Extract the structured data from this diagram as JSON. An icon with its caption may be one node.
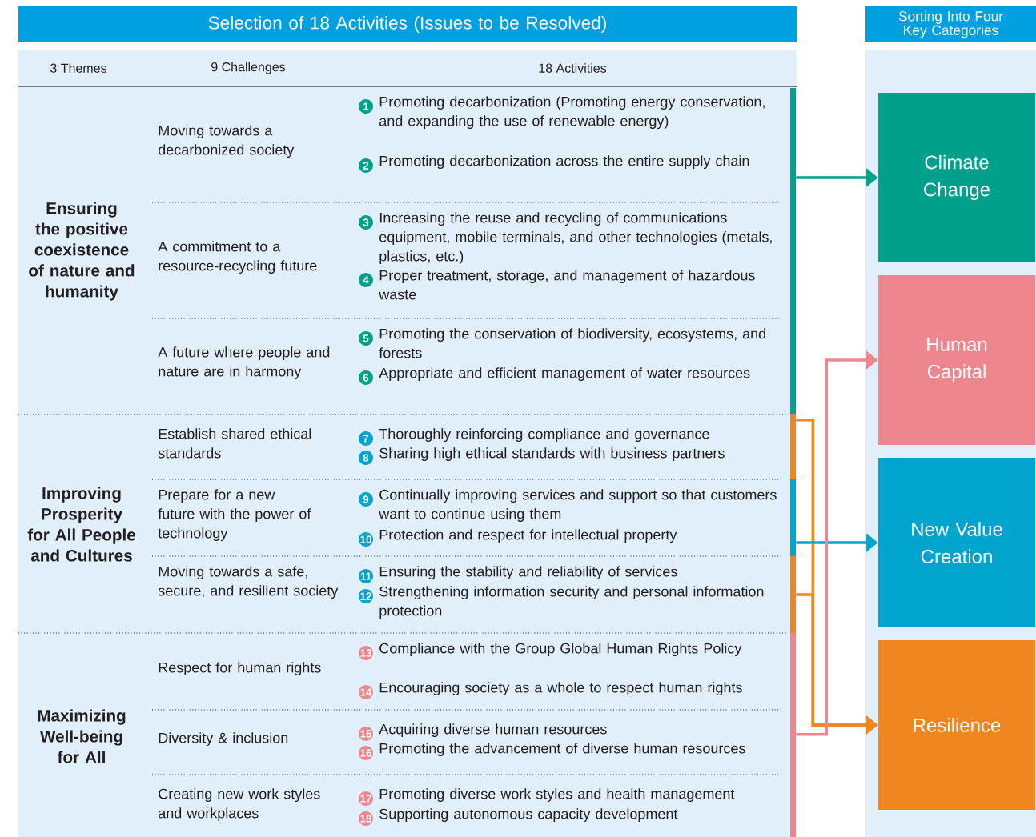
{
  "diagram": {
    "nodes": [
      {
        "text": [
          "Selection of 18 Activities (Issues to be Resolved)"
        ]
      },
      {
        "text": [],
        "shape": "bar"
      },
      {
        "text": [],
        "shape": "bar"
      },
      {
        "text": [],
        "shape": "bar"
      },
      {
        "text": [],
        "shape": "bar"
      },
      {
        "text": [],
        "shape": "bar"
      },
      {
        "text": [
          "Sorting Into Four Key Categories"
        ]
      },
      {
        "text": [
          "Climate Change"
        ]
      },
      {
        "text": [
          "Human Capital"
        ]
      },
      {
        "text": [
          "New Value Creation"
        ]
      },
      {
        "text": [
          "Resilience"
        ]
      }
    ],
    "edges": [
      {
        "from": 1,
        "to": 7,
        "arrow": "to",
        "color": "#00a08a"
      },
      {
        "from": 2,
        "to": 10,
        "arrow": "to",
        "color": "#f0861f"
      },
      {
        "from": 3,
        "to": 9,
        "arrow": "to",
        "color": "#00a4cc"
      },
      {
        "from": 4,
        "to": 10,
        "arrow": "to",
        "color": "#f0861f"
      },
      {
        "from": 5,
        "to": 8,
        "arrow": "to",
        "color": "#ee868d"
      }
    ],
    "labels": [
      "3 Themes",
      "9 Challenges",
      "18 Activities",
      "Ensuring the positive coexistence of nature and humanity",
      "Moving towards a decarbonized society",
      "1",
      "Promoting decarbonization (Promoting energy conservation, and expanding the use of renewable energy)",
      "2",
      "Promoting decarbonization across the entire supply chain",
      "A commitment to a resource-recycling future",
      "3",
      "Increasing the reuse and recycling of communications equipment, mobile terminals, and other technologies (metals, plastics, etc.)",
      "4",
      "Proper treatment, storage, and management of hazardous waste",
      "A future where people and nature are in harmony",
      "5",
      "Promoting the conservation of biodiversity, ecosystems, and forests",
      "6",
      "Appropriate and efficient management of water resources",
      "Improving Prosperity for All People and Cultures",
      "Establish shared ethical standards",
      "7",
      "Thoroughly reinforcing compliance and governance",
      "8",
      "Sharing high ethical standards with business partners",
      "Prepare for a new future with the power of technology",
      "9",
      "Continually improving services and support so that customers want to continue using them",
      "10",
      "Protection and respect for intellectual property",
      "Moving towards a safe, secure, and resilient society",
      "11",
      "Ensuring the stability and reliability of services",
      "12",
      "Strengthening information security and personal information protection",
      "Maximizing Well-being for All",
      "Respect for human rights",
      "13",
      "Compliance with the Group Global Human Rights Policy",
      "14",
      "Encouraging society as a whole to respect human rights",
      "Diversity & inclusion",
      "15",
      "Acquiring diverse human resources",
      "16",
      "Promoting the advancement of diverse human resources",
      "Creating new work styles and workplaces",
      "17",
      "Promoting diverse work styles and health management",
      "18",
      "Supporting autonomous capacity development"
    ]
  }
}
